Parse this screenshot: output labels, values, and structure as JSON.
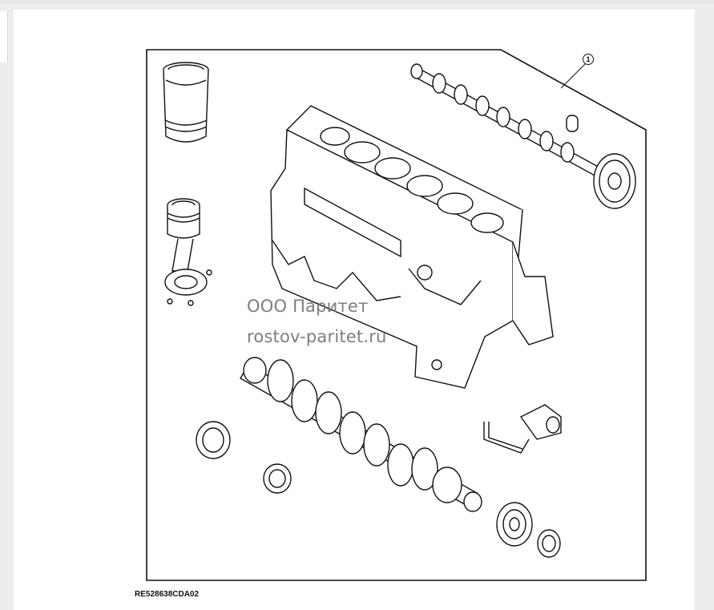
{
  "watermark": {
    "line1": "ООО Паритет",
    "line2": "rostov-paritet.ru"
  },
  "figure": {
    "id_label": "RE528638CDA02",
    "callout_number": "1"
  },
  "colors": {
    "page_background": "#ededed",
    "sheet": "#ffffff",
    "line_art": "#111111",
    "watermark": "#6f6f6f"
  }
}
